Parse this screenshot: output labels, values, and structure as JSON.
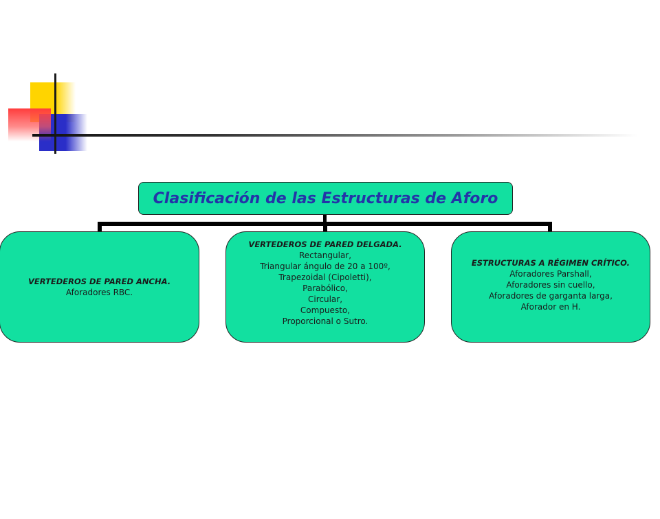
{
  "root": {
    "title": "Clasificación de las Estructuras de Aforo"
  },
  "children": [
    {
      "heading": "VERTEDEROS DE PARED ANCHA.",
      "lines": [
        "Aforadores RBC."
      ]
    },
    {
      "heading": "VERTEDEROS DE PARED DELGADA.",
      "lines": [
        "Rectangular,",
        "Triangular ángulo de 20 a 100º,",
        "Trapezoidal (Cipoletti),",
        "Parabólico,",
        "Circular,",
        "Compuesto,",
        "Proporcional o Sutro."
      ]
    },
    {
      "heading": "ESTRUCTURAS A RÉGIMEN CRÍTICO.",
      "lines": [
        "Aforadores Parshall,",
        "Aforadores sin cuello,",
        "Aforadores de garganta larga,",
        "Aforador en H."
      ]
    }
  ],
  "colors": {
    "box_fill": "#12e0a0",
    "title_text": "#2434a8",
    "connector": "#000000"
  }
}
